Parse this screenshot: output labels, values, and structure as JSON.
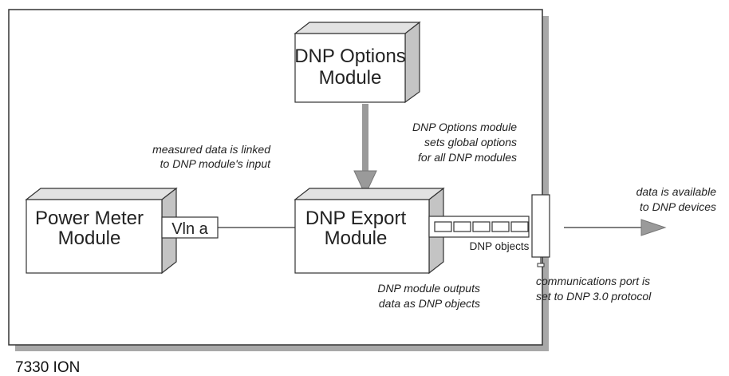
{
  "device_caption": "7330 ION",
  "modules": {
    "options": {
      "line1": "DNP Options",
      "line2": "Module"
    },
    "power_meter": {
      "line1": "Power Meter",
      "line2": "Module"
    },
    "export": {
      "line1": "DNP Export",
      "line2": "Module"
    }
  },
  "input_tag": "Vln a",
  "dnp_objects_label": "DNP objects",
  "notes": {
    "measured_line1": "measured data is linked",
    "measured_line2": "to DNP module's input",
    "options_line1": "DNP Options module",
    "options_line2": "sets global options",
    "options_line3": "for all DNP modules",
    "outputs_line1": "DNP module outputs",
    "outputs_line2": "data as DNP objects",
    "port_line1": "communications port is",
    "port_line2": "set to DNP 3.0 protocol",
    "available_line1": "data is available",
    "available_line2": "to DNP devices"
  },
  "colors": {
    "outline": "#333333",
    "box_face": "#ffffff",
    "box_side": "#cfcfcf",
    "shadow": "#9a9a9a",
    "arrow_fill": "#9a9a9a",
    "arrow_stroke": "#777777"
  }
}
